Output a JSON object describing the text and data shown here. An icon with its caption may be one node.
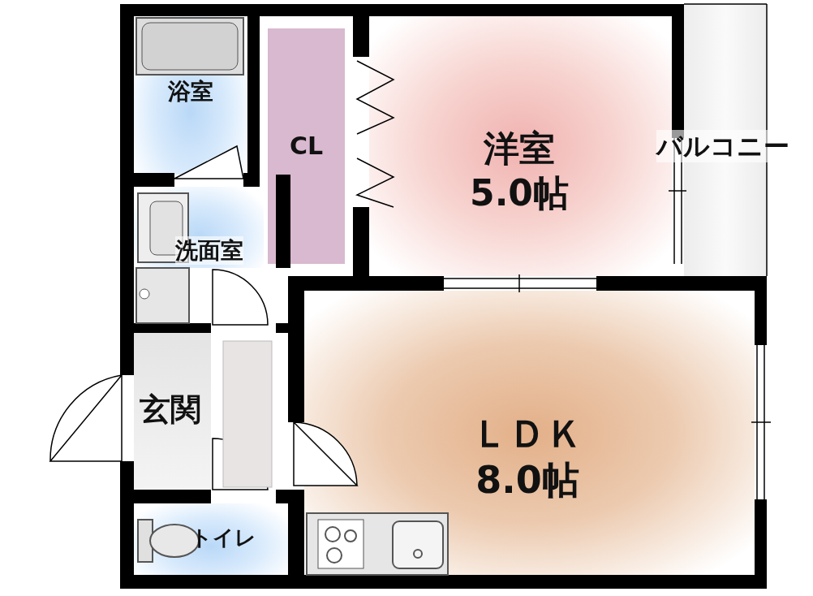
{
  "diagram": {
    "nodes": [
      {
        "text": [
          "浴室"
        ]
      },
      {
        "text": [
          "洗面室"
        ]
      },
      {
        "text": [
          "玄関"
        ]
      },
      {
        "text": [
          "トイレ"
        ]
      },
      {
        "text": [
          "CL"
        ]
      },
      {
        "text": [
          "洋室",
          "5.0帖"
        ]
      },
      {
        "text": [
          "バルコニー"
        ]
      },
      {
        "text": [
          "ＬＤＫ",
          "8.0帖"
        ]
      }
    ],
    "edges": []
  }
}
